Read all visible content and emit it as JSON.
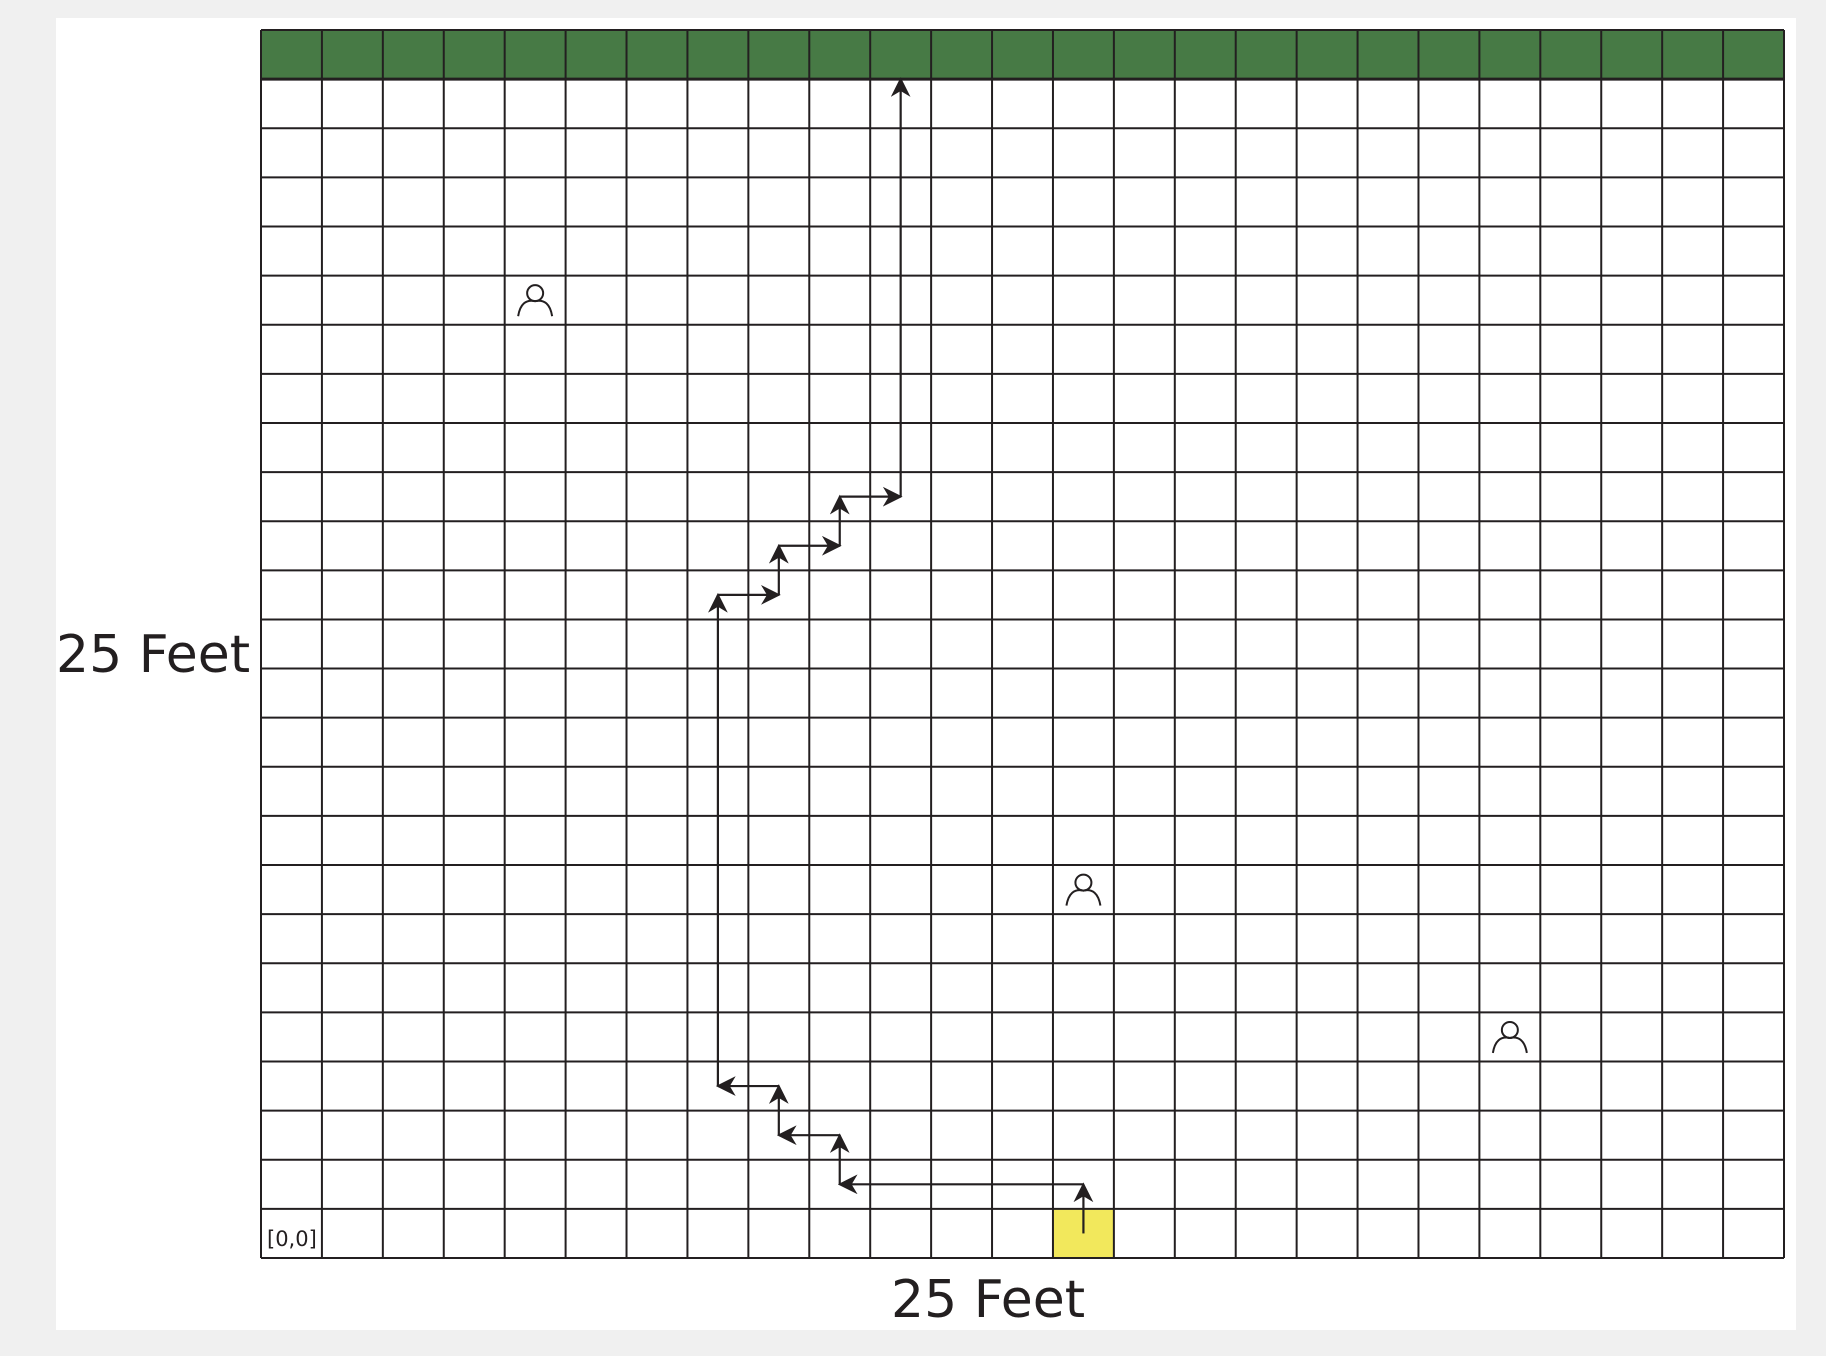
{
  "diagram": {
    "y_axis_label": "25 Feet",
    "x_axis_label": "25 Feet",
    "origin_label": "[0,0]",
    "grid": {
      "columns": 25,
      "rows": 25,
      "top_band_row": 24,
      "top_band_color": "#477a45",
      "line_color": "#231f20"
    },
    "highlight_cell": {
      "col": 13,
      "row": 0,
      "color": "#f2e85c"
    },
    "persons": [
      {
        "col": 4,
        "row": 19,
        "icon": "person-icon"
      },
      {
        "col": 13,
        "row": 7,
        "icon": "person-icon"
      },
      {
        "col": 20,
        "row": 4,
        "icon": "person-icon"
      }
    ],
    "path": [
      [
        13.5,
        0.5
      ],
      [
        13.5,
        1.5
      ],
      [
        9.5,
        1.5
      ],
      [
        9.5,
        2.5
      ],
      [
        8.5,
        2.5
      ],
      [
        8.5,
        3.5
      ],
      [
        7.5,
        3.5
      ],
      [
        7.5,
        13.5
      ],
      [
        8.5,
        13.5
      ],
      [
        8.5,
        14.5
      ],
      [
        9.5,
        14.5
      ],
      [
        9.5,
        15.5
      ],
      [
        10.5,
        15.5
      ],
      [
        10.5,
        24
      ]
    ]
  }
}
